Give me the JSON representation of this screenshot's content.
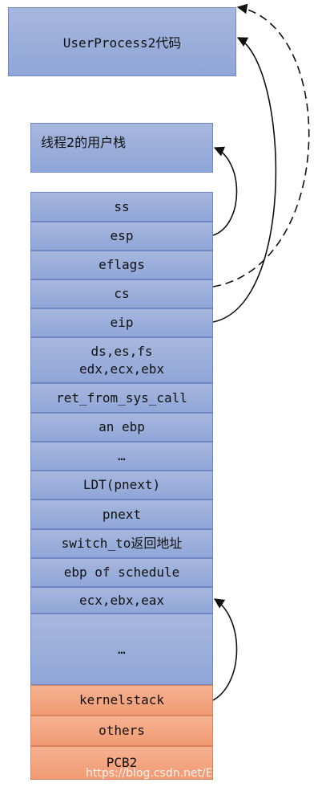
{
  "code_box": {
    "label": "UserProcess2代码"
  },
  "user_stack": {
    "label": "线程2的用户栈"
  },
  "stack_cells": [
    {
      "id": "ss",
      "label": "ss",
      "color": "blue"
    },
    {
      "id": "esp",
      "label": "esp",
      "color": "blue"
    },
    {
      "id": "eflags",
      "label": "eflags",
      "color": "blue"
    },
    {
      "id": "cs",
      "label": "cs",
      "color": "blue"
    },
    {
      "id": "eip",
      "label": "eip",
      "color": "blue"
    },
    {
      "id": "seg-regs",
      "label": "ds,es,fs",
      "label2": "edx,ecx,ebx",
      "color": "blue"
    },
    {
      "id": "ret-from-sys-call",
      "label": "ret_from_sys_call",
      "color": "blue"
    },
    {
      "id": "an-ebp",
      "label": "an ebp",
      "color": "blue"
    },
    {
      "id": "ellipsis-1",
      "label": "…",
      "color": "blue"
    },
    {
      "id": "ldt-pnext",
      "label": "LDT(pnext)",
      "color": "blue"
    },
    {
      "id": "pnext",
      "label": "pnext",
      "color": "blue"
    },
    {
      "id": "switch-to-return",
      "label": "switch_to返回地址",
      "color": "blue"
    },
    {
      "id": "ebp-of-schedule",
      "label": "ebp of schedule",
      "color": "blue"
    },
    {
      "id": "ecx-ebx-eax",
      "label": "ecx,ebx,eax",
      "color": "blue"
    },
    {
      "id": "ellipsis-2",
      "label": "…",
      "color": "blue"
    },
    {
      "id": "kernelstack",
      "label": "kernelstack",
      "color": "orange"
    },
    {
      "id": "others",
      "label": "others",
      "color": "orange"
    },
    {
      "id": "pcb2",
      "label": "PCB2",
      "color": "orange"
    }
  ],
  "watermark": "https://blog.csdn.net/Ecust_applied_math",
  "colors": {
    "blue_fill": "#9aafdb",
    "orange_fill": "#f4a581",
    "arrow": "#111111"
  }
}
